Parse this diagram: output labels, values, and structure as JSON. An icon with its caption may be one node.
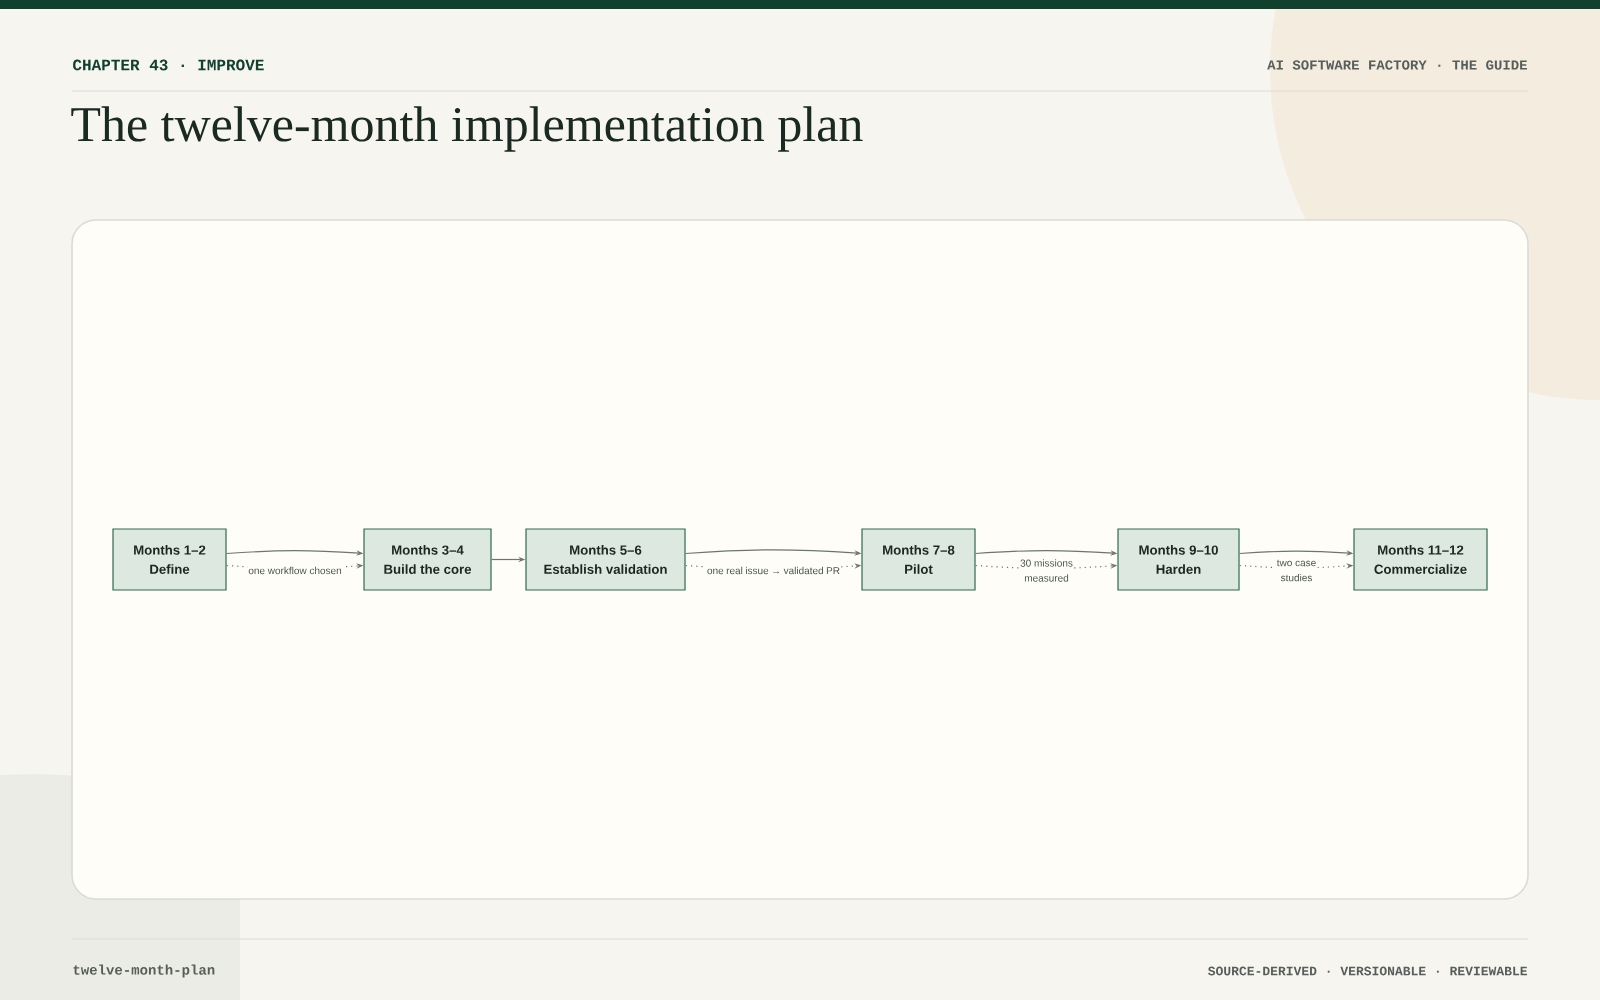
{
  "diagram": {
    "title": "The twelve-month implementation plan",
    "nodes": [
      {
        "text": [
          "Months 1–2",
          "Define"
        ]
      },
      {
        "text": [
          "Months 3–4",
          "Build the core"
        ]
      },
      {
        "text": [
          "Months 5–6",
          "Establish validation"
        ]
      },
      {
        "text": [
          "Months 7–8",
          "Pilot"
        ]
      },
      {
        "text": [
          "Months 9–10",
          "Harden"
        ]
      },
      {
        "text": [
          "Months 11–12",
          "Commercialize"
        ]
      }
    ],
    "edges": [
      {
        "from": 0,
        "to": 1,
        "arrow": "to"
      },
      {
        "from": 0,
        "to": 1,
        "arrow": "to",
        "style": "dashed",
        "label": "one workflow chosen"
      },
      {
        "from": 1,
        "to": 2,
        "arrow": "to"
      },
      {
        "from": 2,
        "to": 3,
        "arrow": "to"
      },
      {
        "from": 2,
        "to": 3,
        "arrow": "to",
        "style": "dashed",
        "label": "one real issue → validated PR"
      },
      {
        "from": 3,
        "to": 4,
        "arrow": "to"
      },
      {
        "from": 3,
        "to": 4,
        "arrow": "to",
        "style": "dashed",
        "label": "30 missions measured"
      },
      {
        "from": 4,
        "to": 5,
        "arrow": "to"
      },
      {
        "from": 4,
        "to": 5,
        "arrow": "to",
        "style": "dashed",
        "label": "two case studies"
      }
    ],
    "labels": [
      "CHAPTER 43 · IMPROVE",
      "AI SOFTWARE FACTORY · THE GUIDE",
      "twelve-month-plan",
      "SOURCE-DERIVED · VERSIONABLE · REVIEWABLE"
    ]
  }
}
